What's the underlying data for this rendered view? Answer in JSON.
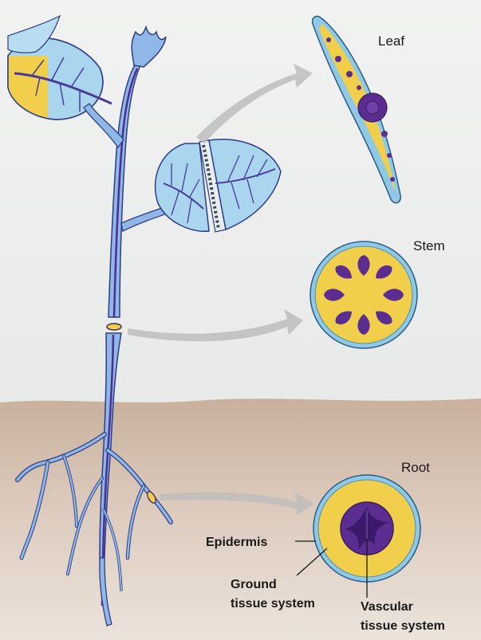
{
  "labels": {
    "leaf": "Leaf",
    "stem": "Stem",
    "root": "Root",
    "epidermis": "Epidermis",
    "ground_line1": "Ground",
    "ground_line2": "tissue system",
    "vascular_line1": "Vascular",
    "vascular_line2": "tissue system"
  },
  "colors": {
    "sky": "#eef0ef",
    "soil_top": "#cdb7a6",
    "soil_bottom": "#e9ddd4",
    "dermal_blue": "#8fc9e6",
    "leaf_blue": "#a9d6ee",
    "ground_yellow": "#f2cf4a",
    "vascular_purple": "#5b2d91",
    "arrow_gray": "#bcbcbc"
  }
}
